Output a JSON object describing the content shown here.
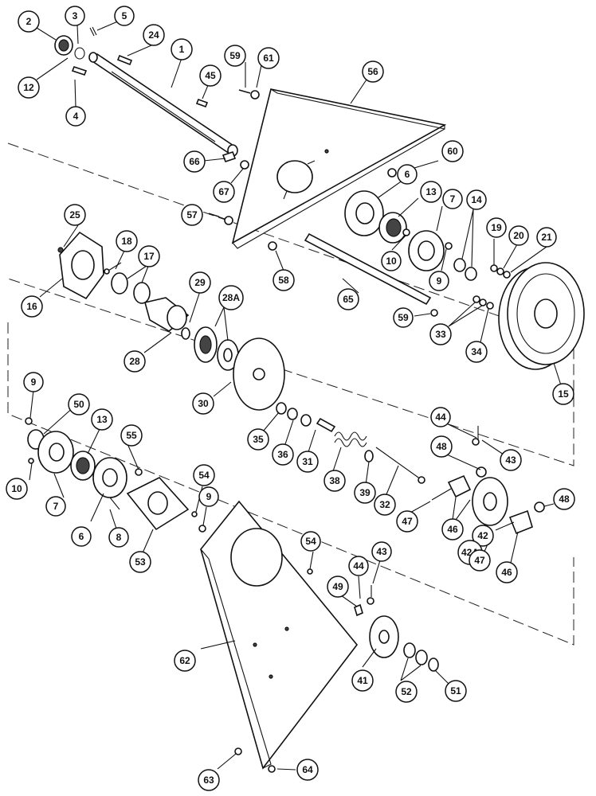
{
  "callouts": [
    {
      "label": "1"
    },
    {
      "label": "2"
    },
    {
      "label": "3"
    },
    {
      "label": "5"
    },
    {
      "label": "12"
    },
    {
      "label": "4"
    },
    {
      "label": "24"
    },
    {
      "label": "45"
    },
    {
      "label": "59"
    },
    {
      "label": "61"
    },
    {
      "label": "56"
    },
    {
      "label": "66"
    },
    {
      "label": "67"
    },
    {
      "label": "60"
    },
    {
      "label": "6"
    },
    {
      "label": "13"
    },
    {
      "label": "7"
    },
    {
      "label": "57"
    },
    {
      "label": "25"
    },
    {
      "label": "18"
    },
    {
      "label": "17"
    },
    {
      "label": "16"
    },
    {
      "label": "29"
    },
    {
      "label": "28A"
    },
    {
      "label": "28"
    },
    {
      "label": "58"
    },
    {
      "label": "10"
    },
    {
      "label": "9"
    },
    {
      "label": "14"
    },
    {
      "label": "19"
    },
    {
      "label": "20"
    },
    {
      "label": "21"
    },
    {
      "label": "65"
    },
    {
      "label": "59"
    },
    {
      "label": "33"
    },
    {
      "label": "34"
    },
    {
      "label": "15"
    },
    {
      "label": "30"
    },
    {
      "label": "9"
    },
    {
      "label": "50"
    },
    {
      "label": "13"
    },
    {
      "label": "55"
    },
    {
      "label": "10"
    },
    {
      "label": "7"
    },
    {
      "label": "6"
    },
    {
      "label": "8"
    },
    {
      "label": "53"
    },
    {
      "label": "54"
    },
    {
      "label": "9"
    },
    {
      "label": "35"
    },
    {
      "label": "36"
    },
    {
      "label": "31"
    },
    {
      "label": "38"
    },
    {
      "label": "39"
    },
    {
      "label": "32"
    },
    {
      "label": "44"
    },
    {
      "label": "43"
    },
    {
      "label": "48"
    },
    {
      "label": "47"
    },
    {
      "label": "46"
    },
    {
      "label": "42"
    },
    {
      "label": "42A"
    },
    {
      "label": "47"
    },
    {
      "label": "46"
    },
    {
      "label": "48"
    },
    {
      "label": "54"
    },
    {
      "label": "43"
    },
    {
      "label": "44"
    },
    {
      "label": "49"
    },
    {
      "label": "62"
    },
    {
      "label": "41"
    },
    {
      "label": "52"
    },
    {
      "label": "51"
    },
    {
      "label": "63"
    },
    {
      "label": "64"
    }
  ]
}
